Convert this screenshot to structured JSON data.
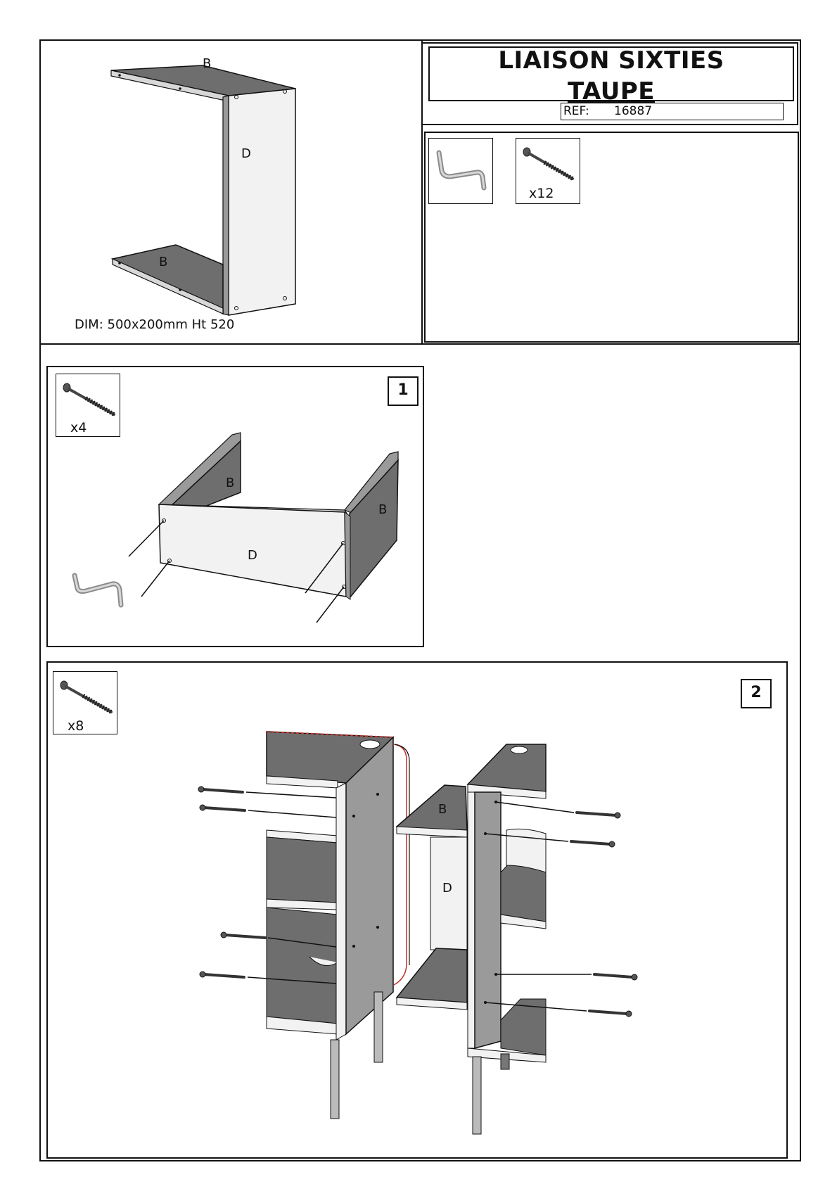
{
  "title": {
    "line1": "LIAISON SIXTIES",
    "line2": "TAUPE"
  },
  "reference": {
    "label": "REF:",
    "value": "16887"
  },
  "dimensions": "DIM: 500x200mm Ht 520",
  "overview": {
    "top_panel": "B",
    "side_panel": "D",
    "bottom_panel": "B"
  },
  "hardware": [
    {
      "icon": "allen-key-icon",
      "qty": ""
    },
    {
      "icon": "screw-icon",
      "qty": "x12"
    }
  ],
  "step1": {
    "number": "1",
    "screw_qty": "x4",
    "panel_left": "B",
    "panel_right": "B",
    "panel_front": "D"
  },
  "step2": {
    "number": "2",
    "screw_qty": "x8",
    "panel_b": "B",
    "panel_d": "D"
  },
  "colors": {
    "panel_dark": "#6e6e6e",
    "panel_light": "#f2f2f2",
    "outline": "#111111"
  }
}
